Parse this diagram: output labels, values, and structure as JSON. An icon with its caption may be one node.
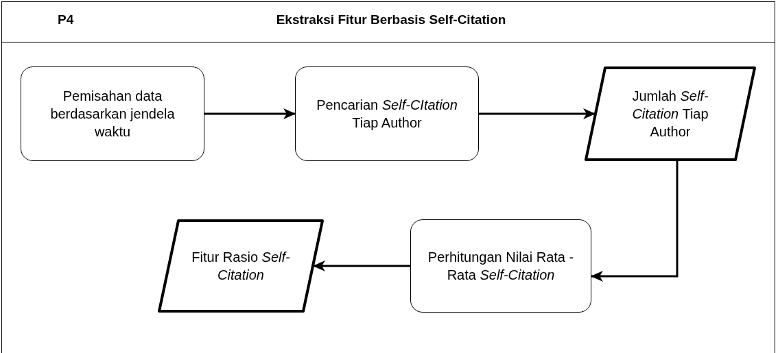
{
  "diagram": {
    "title": "Ekstraksi Fitur Berbasis Self-Citation",
    "nodes": [
      {
        "text": [
          "Pemisahan data berdasarkan jendela waktu"
        ]
      },
      {
        "text": [
          "Pencarian *Self-CItation* Tiap Author"
        ]
      },
      {
        "text": [
          "Jumlah *Self-Citation* Tiap Author"
        ]
      },
      {
        "text": [
          "Perhitungan Nilai Rata - Rata *Self-Citation*"
        ]
      },
      {
        "text": [
          "Fitur Rasio *Self-Citation*"
        ]
      }
    ],
    "edges": [
      {
        "from": 0,
        "to": 1,
        "arrow": "to"
      },
      {
        "from": 1,
        "to": 2,
        "arrow": "to"
      },
      {
        "from": 2,
        "to": 3,
        "arrow": "to"
      },
      {
        "from": 3,
        "to": 4,
        "arrow": "to"
      }
    ],
    "labels": [
      "P4"
    ]
  }
}
